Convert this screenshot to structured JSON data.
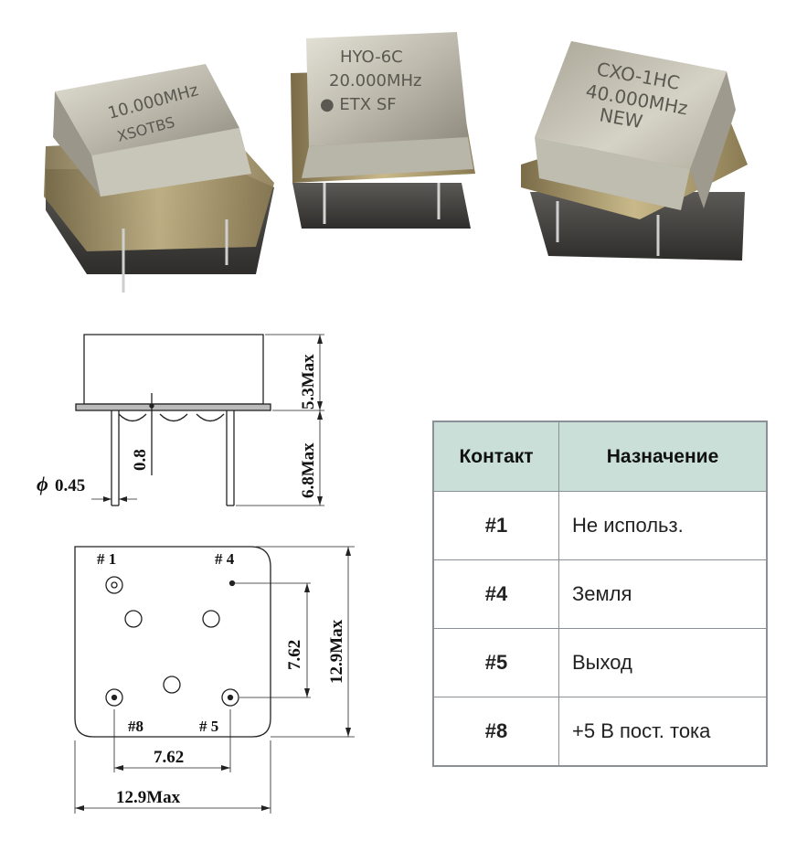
{
  "photo": {
    "oscillators": [
      {
        "lines": [
          "10.000MHz",
          "XSOTBS"
        ]
      },
      {
        "lines": [
          "HYO-6C",
          "20.000MHz",
          "● ETX  SF"
        ]
      },
      {
        "lines": [
          "CXO-1HC",
          "40.000MHz",
          "NEW"
        ]
      }
    ]
  },
  "drawing": {
    "side_view": {
      "height_body": "5.3Max",
      "pin_length": "6.8Max",
      "standoff": "0.8",
      "pin_diameter": "0.45",
      "diameter_symbol": "ϕ"
    },
    "bottom_view": {
      "pin_labels": {
        "p1": "# 1",
        "p4": "# 4",
        "p8": "#8",
        "p5": "# 5"
      },
      "vertical_pitch": "7.62",
      "vertical_size": "12.9Max",
      "horizontal_pitch": "7.62",
      "horizontal_size": "12.9Max"
    }
  },
  "table": {
    "headers": [
      "Контакт",
      "Назначение"
    ],
    "rows": [
      {
        "pin": "#1",
        "function": "Не использ."
      },
      {
        "pin": "#4",
        "function": "Земля"
      },
      {
        "pin": "#5",
        "function": "Выход"
      },
      {
        "pin": "#8",
        "function": "+5 В пост. тока"
      }
    ]
  },
  "colors": {
    "table_header_bg": "#c9dfd8",
    "table_border": "#8a9096",
    "metal_light": "#d8d6cc",
    "metal_dark": "#6e6a60"
  }
}
